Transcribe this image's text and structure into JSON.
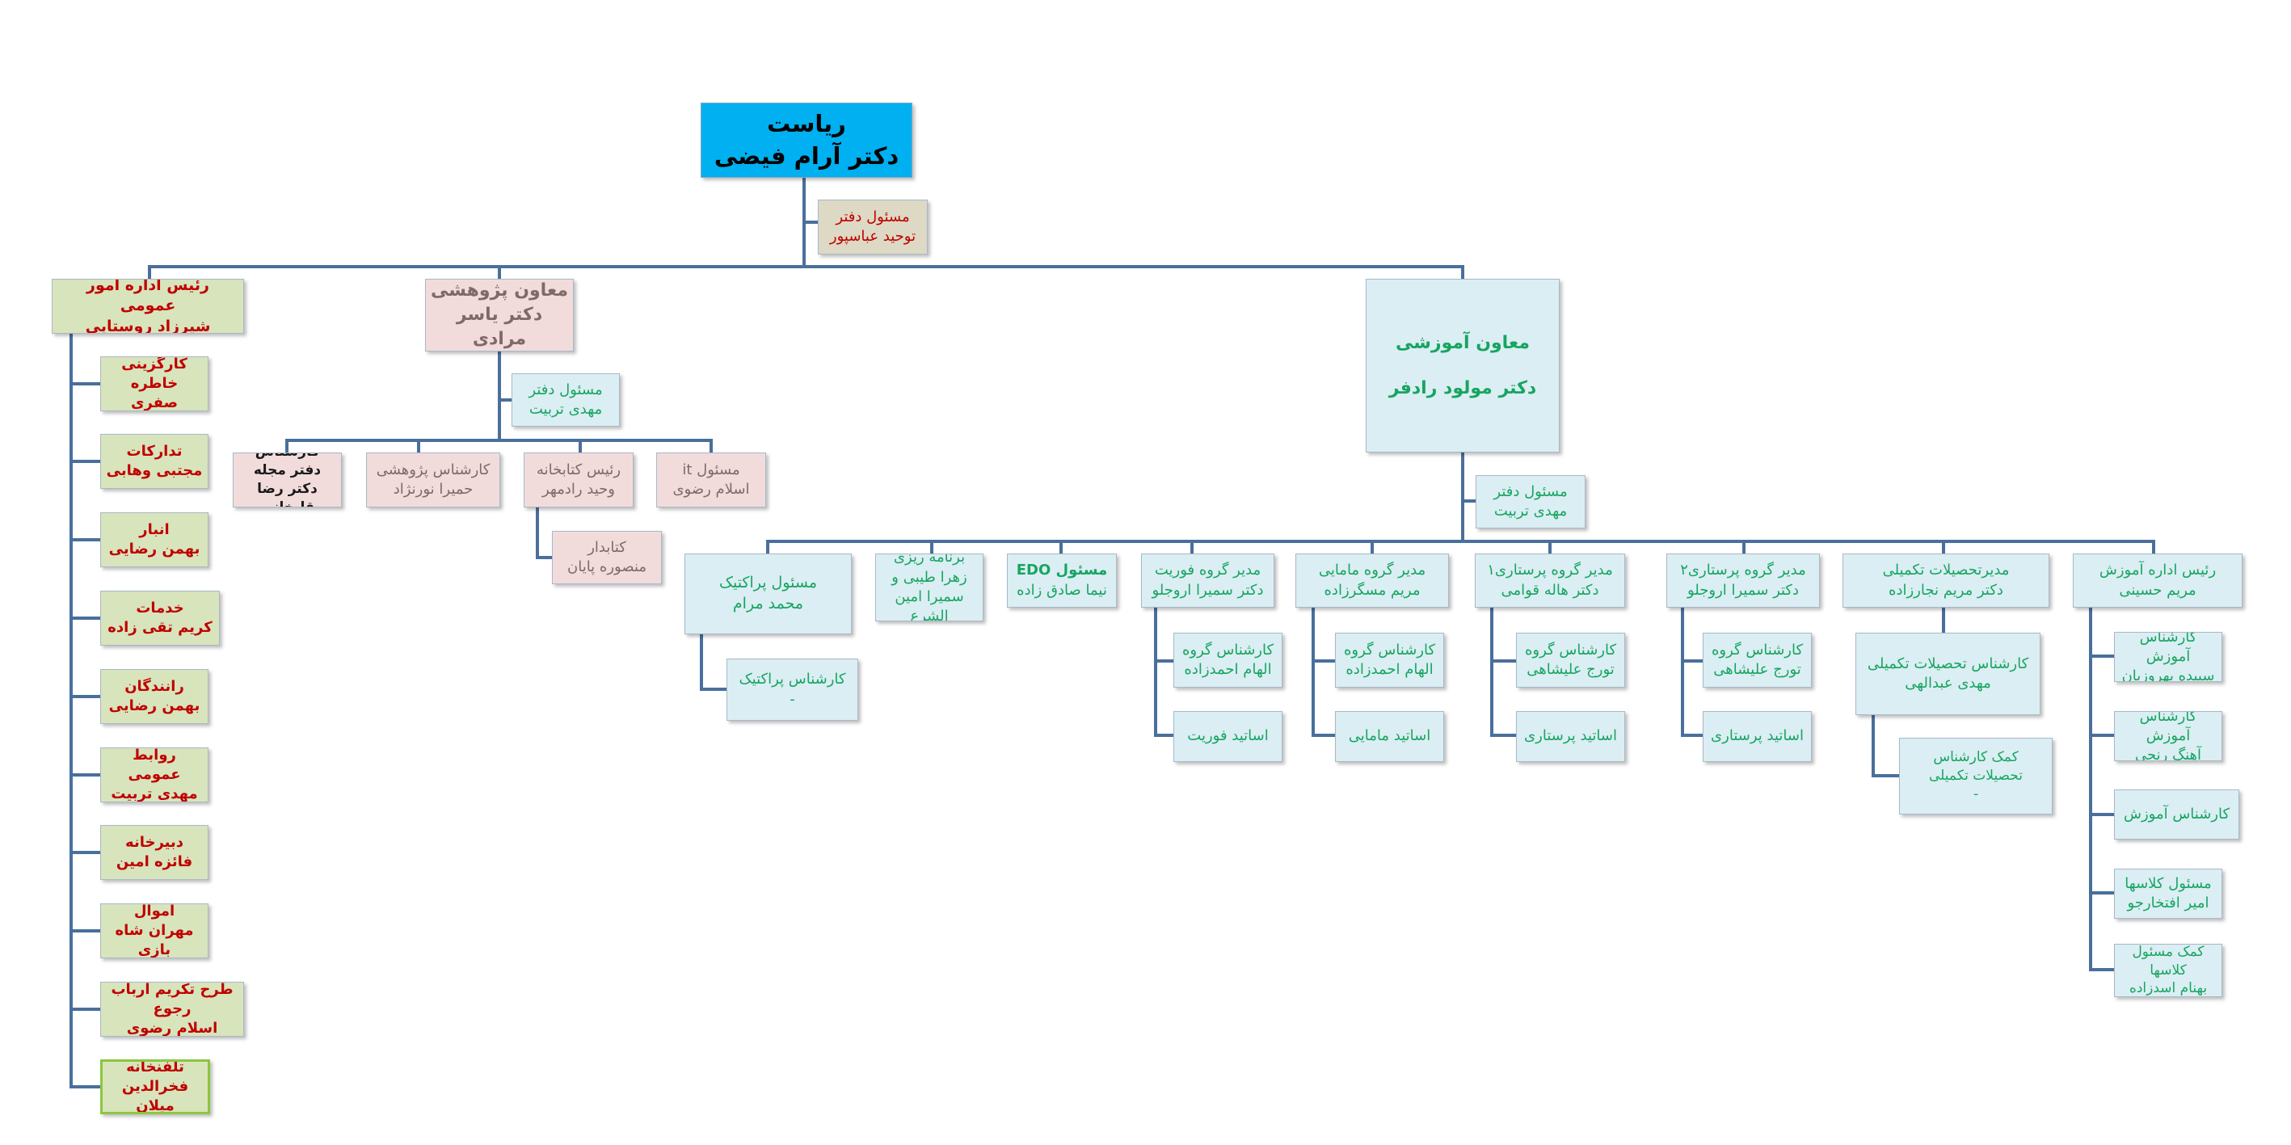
{
  "root": {
    "title": "ریاست",
    "name": "دکتر آرام فیضی"
  },
  "office_head": {
    "title": "مسئول دفتر",
    "name": "توحید عباسپور"
  },
  "general_affairs": {
    "head": {
      "title": "رئیس اداره امور عمومی",
      "name": "شیرزاد روستایی"
    },
    "items": [
      {
        "title": "کارگزینی",
        "name": "خاطره صفری"
      },
      {
        "title": "تدارکات",
        "name": "مجتبی وهابی"
      },
      {
        "title": "انبار",
        "name": "بهمن رضایی"
      },
      {
        "title": "خدمات",
        "name": "کریم تقی زاده"
      },
      {
        "title": "رانندگان",
        "name": "بهمن رضایی"
      },
      {
        "title": "روابط عمومی",
        "name": "مهدی تربیت"
      },
      {
        "title": "دبیرخانه",
        "name": "فائزه امین"
      },
      {
        "title": "اموال",
        "name": "مهران شاه بازی"
      },
      {
        "title": "طرح تکریم ارباب رجوع",
        "name": "اسلام رضوی"
      },
      {
        "title": "تلفنخانه",
        "name": "فخرالدین میلان"
      }
    ]
  },
  "research": {
    "head": {
      "title": "معاون پژوهشی",
      "name": "دکتر یاسر مرادی"
    },
    "office": {
      "title": "مسئول دفتر",
      "name": "مهدی تربیت"
    },
    "units": [
      {
        "title": "مسئول it",
        "name": "اسلام رضوی"
      },
      {
        "title": "رئیس کتابخانه",
        "name": "وحید رادمهر"
      },
      {
        "title": "کارشناس پژوهشی",
        "name": "حمیرا نورنژاد"
      },
      {
        "title": "کارشناس دفتر مجله",
        "name": "دکتر رضا قلیخانی"
      }
    ],
    "librarian": {
      "title": "کتابدار",
      "name": "منصوره پایان"
    }
  },
  "education": {
    "head": {
      "title": "معاون آموزشی",
      "name": "دکتر مولود رادفر"
    },
    "office": {
      "title": "مسئول دفتر",
      "name": "مهدی تربیت"
    },
    "units": [
      {
        "title": "رئیس اداره آموزش",
        "name": "مریم حسینی"
      },
      {
        "title": "مدیرتحصیلات تکمیلی",
        "name": "دکتر مریم نجارزاده"
      },
      {
        "title": "مدیر گروه پرستاری۲",
        "name": "دکتر سمیرا اروجلو"
      },
      {
        "title": "مدیر گروه پرستاری۱",
        "name": "دکتر هاله قوامی"
      },
      {
        "title": "مدیر گروه مامایی",
        "name": "مریم مسگرزاده"
      },
      {
        "title": "مدیر گروه فوریت",
        "name": "دکتر سمیرا اروجلو"
      },
      {
        "title": "مسئول EDO",
        "name": "نیما صادق زاده"
      },
      {
        "title": "برنامه ریزی",
        "name": "زهرا طیبی و",
        "name2": "سمیرا امین الشرع"
      },
      {
        "title": "مسئول پراکتیک",
        "name": "محمد مرام"
      }
    ],
    "training_staff": [
      {
        "title": "کارشناس آموزش",
        "name": "سپیده بهروزیان"
      },
      {
        "title": "کارشناس آموزش",
        "name": "آهنگ رنجی"
      },
      {
        "title": "کارشناس آموزش",
        "name": ""
      },
      {
        "title": "مسئول کلاسها",
        "name": "امیر افتخارجو"
      },
      {
        "title": "کمک مسئول کلاسها",
        "name": "بهنام اسدزاده"
      }
    ],
    "postgrad_staff": [
      {
        "title": "کارشناس تحصیلات تکمیلی",
        "name": "مهدی عبدالهی"
      },
      {
        "title": "کمک کارشناس",
        "name": "تحصیلات تکمیلی",
        "name2": "-"
      }
    ],
    "nursing2_staff": [
      {
        "title": "کارشناس گروه",
        "name": "تورج علیشاهی"
      },
      {
        "title": "اساتید پرستاری",
        "name": ""
      }
    ],
    "nursing1_staff": [
      {
        "title": "کارشناس گروه",
        "name": "تورج علیشاهی"
      },
      {
        "title": "اساتید پرستاری",
        "name": ""
      }
    ],
    "midwifery_staff": [
      {
        "title": "کارشناس گروه",
        "name": "الهام احمدزاده"
      },
      {
        "title": "اساتید مامایی",
        "name": ""
      }
    ],
    "emergency_staff": [
      {
        "title": "کارشناس گروه",
        "name": "الهام احمدزاده"
      },
      {
        "title": "اساتید فوریت",
        "name": ""
      }
    ],
    "practice_staff": {
      "title": "کارشناس پراکتیک",
      "name": "-"
    }
  },
  "colors": {
    "connector": "#4a6f9c",
    "root": "#00b0f0",
    "blue_box": "#dbeef3",
    "green_box": "#d8e4bc",
    "pink_box": "#f2dcdb",
    "tan_box": "#ddd9c4"
  }
}
